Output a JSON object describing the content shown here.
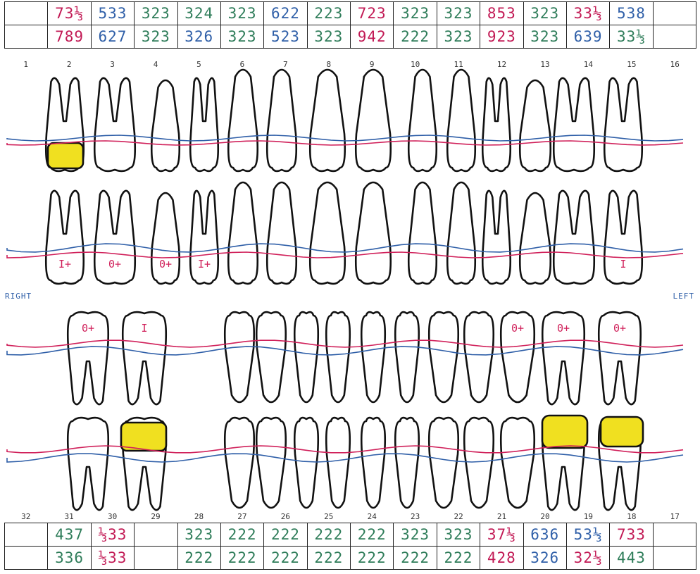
{
  "upper_chart": {
    "row_a": [
      {
        "text": "",
        "color": "#2f7d5a"
      },
      {
        "text": "73⅓",
        "color": "#c21a55"
      },
      {
        "text": "533",
        "color": "#2f5fa8"
      },
      {
        "text": "323",
        "color": "#2f7d5a"
      },
      {
        "text": "324",
        "color": "#2f7d5a"
      },
      {
        "text": "323",
        "color": "#2f7d5a"
      },
      {
        "text": "622",
        "color": "#2f5fa8"
      },
      {
        "text": "223",
        "color": "#2f7d5a"
      },
      {
        "text": "723",
        "color": "#c21a55"
      },
      {
        "text": "323",
        "color": "#2f7d5a"
      },
      {
        "text": "323",
        "color": "#2f7d5a"
      },
      {
        "text": "853",
        "color": "#c21a55"
      },
      {
        "text": "323",
        "color": "#2f7d5a"
      },
      {
        "text": "33⅓",
        "color": "#c21a55"
      },
      {
        "text": "538",
        "color": "#2f5fa8"
      },
      {
        "text": "",
        "color": "#2f7d5a"
      }
    ],
    "row_b": [
      {
        "text": "",
        "color": "#2f7d5a"
      },
      {
        "text": "789",
        "color": "#c21a55"
      },
      {
        "text": "627",
        "color": "#2f5fa8"
      },
      {
        "text": "323",
        "color": "#2f7d5a"
      },
      {
        "text": "326",
        "color": "#2f5fa8"
      },
      {
        "text": "323",
        "color": "#2f7d5a"
      },
      {
        "text": "523",
        "color": "#2f5fa8"
      },
      {
        "text": "323",
        "color": "#2f7d5a"
      },
      {
        "text": "942",
        "color": "#c21a55"
      },
      {
        "text": "222",
        "color": "#2f7d5a"
      },
      {
        "text": "323",
        "color": "#2f7d5a"
      },
      {
        "text": "923",
        "color": "#c21a55"
      },
      {
        "text": "323",
        "color": "#2f7d5a"
      },
      {
        "text": "639",
        "color": "#2f5fa8"
      },
      {
        "text": "33⅓",
        "color": "#2f7d5a"
      },
      {
        "text": "",
        "color": "#2f7d5a"
      }
    ],
    "tooth_numbers": [
      "1",
      "2",
      "3",
      "4",
      "5",
      "6",
      "7",
      "8",
      "9",
      "10",
      "11",
      "12",
      "13",
      "14",
      "15",
      "16"
    ]
  },
  "lower_chart": {
    "tooth_numbers": [
      "32",
      "31",
      "30",
      "29",
      "28",
      "27",
      "26",
      "25",
      "24",
      "23",
      "22",
      "21",
      "20",
      "19",
      "18",
      "17"
    ],
    "row_a": [
      {
        "text": "",
        "color": "#2f7d5a"
      },
      {
        "text": "437",
        "color": "#2f7d5a"
      },
      {
        "text": "⅓33",
        "color": "#c21a55"
      },
      {
        "text": "",
        "color": "#2f7d5a"
      },
      {
        "text": "323",
        "color": "#2f7d5a"
      },
      {
        "text": "222",
        "color": "#2f7d5a"
      },
      {
        "text": "222",
        "color": "#2f7d5a"
      },
      {
        "text": "222",
        "color": "#2f7d5a"
      },
      {
        "text": "222",
        "color": "#2f7d5a"
      },
      {
        "text": "323",
        "color": "#2f7d5a"
      },
      {
        "text": "323",
        "color": "#2f7d5a"
      },
      {
        "text": "37⅓",
        "color": "#c21a55"
      },
      {
        "text": "636",
        "color": "#2f5fa8"
      },
      {
        "text": "53⅓",
        "color": "#2f5fa8"
      },
      {
        "text": "733",
        "color": "#c21a55"
      },
      {
        "text": "",
        "color": "#2f7d5a"
      }
    ],
    "row_b": [
      {
        "text": "",
        "color": "#2f7d5a"
      },
      {
        "text": "336",
        "color": "#2f7d5a"
      },
      {
        "text": "⅓33",
        "color": "#c21a55"
      },
      {
        "text": "",
        "color": "#2f7d5a"
      },
      {
        "text": "222",
        "color": "#2f7d5a"
      },
      {
        "text": "222",
        "color": "#2f7d5a"
      },
      {
        "text": "222",
        "color": "#2f7d5a"
      },
      {
        "text": "222",
        "color": "#2f7d5a"
      },
      {
        "text": "222",
        "color": "#2f7d5a"
      },
      {
        "text": "222",
        "color": "#2f7d5a"
      },
      {
        "text": "222",
        "color": "#2f7d5a"
      },
      {
        "text": "428",
        "color": "#c21a55"
      },
      {
        "text": "326",
        "color": "#2f5fa8"
      },
      {
        "text": "32⅓",
        "color": "#c21a55"
      },
      {
        "text": "443",
        "color": "#2f7d5a"
      },
      {
        "text": "",
        "color": "#2f7d5a"
      }
    ]
  },
  "side_labels": {
    "right": "RIGHT",
    "left": "LEFT"
  },
  "furcation_marks": {
    "upper_lingual": [
      "I+",
      "0+",
      "0+",
      "I+",
      "I"
    ],
    "lower_buccal": [
      "0+",
      "I",
      "0+",
      "0+",
      "0+"
    ]
  },
  "colors": {
    "outline": "#111111",
    "restoration_fill": "#f0e020",
    "gingival_line": "#d0205a",
    "attachment_line": "#2f5fa8",
    "grid_border": "#222222"
  }
}
